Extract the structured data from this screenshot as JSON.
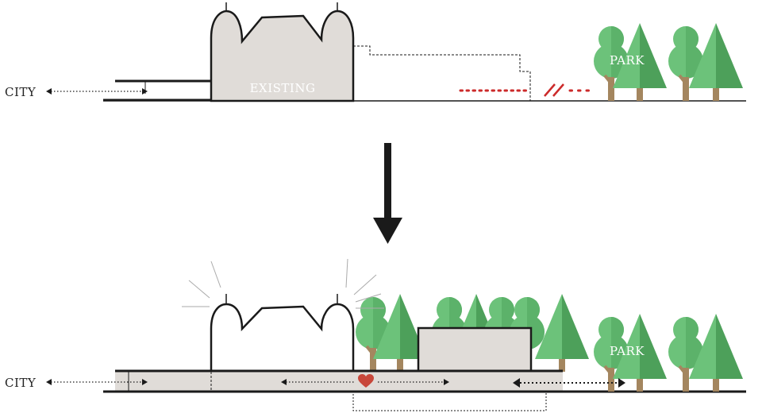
{
  "labels": {
    "city_top": "CITY",
    "existing": "EXISTING",
    "park_top": "PARK",
    "city_bottom": "CITY",
    "park_bottom": "PARK"
  },
  "colors": {
    "building_fill": "#e0dcd8",
    "line": "#1a1a1a",
    "tree_light": "#6cc27a",
    "tree_dark": "#4da05a",
    "trunk": "#a4865f",
    "accent_red": "#cc2a2a",
    "heart": "#c8473a"
  },
  "icons": {
    "transition": "arrow-down-icon",
    "highlight": "heart-icon"
  }
}
